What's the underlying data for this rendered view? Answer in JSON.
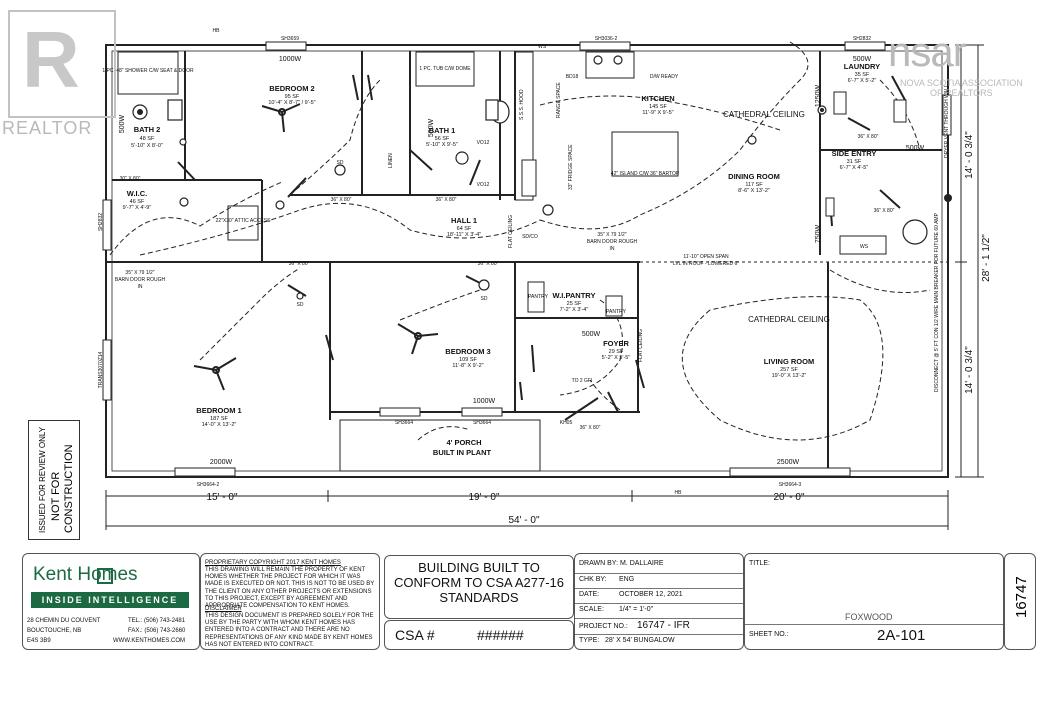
{
  "watermarks": {
    "left": "REALTOR",
    "right_logo": "nsar",
    "right_line1": "NOVA SCOTIA ASSOCIATION",
    "right_line2": "OF REALTORS"
  },
  "review_stamp": {
    "line1": "ISSUED FOR REVIEW ONLY",
    "line2": "NOT FOR",
    "line3": "CONSTRUCTION"
  },
  "rooms": {
    "bath2": {
      "name": "BATH 2",
      "area": "48 SF",
      "dims": "5'-10\" X 8'-0\""
    },
    "wic": {
      "name": "W.I.C.",
      "area": "46 SF",
      "dims": "9'-7\" X 4'-9\""
    },
    "bedroom2": {
      "name": "BEDROOM 2",
      "area": "95 SF",
      "dims": "10'-4\" X 8'-7\" / 9'-5\""
    },
    "bath1": {
      "name": "BATH 1",
      "area": "56 SF",
      "dims": "5'-10\" X 9'-5\""
    },
    "hall1": {
      "name": "HALL 1",
      "area": "64 SF",
      "dims": "18'-11\" X 3'-4\""
    },
    "kitchen": {
      "name": "KITCHEN",
      "area": "145 SF",
      "dims": "11'-9\" X 9'-5\""
    },
    "dining": {
      "name": "DINING ROOM",
      "area": "117 SF",
      "dims": "8'-6\" X 13'-2\""
    },
    "laundry": {
      "name": "LAUNDRY",
      "area": "35 SF",
      "dims": "6'-7\" X 5'-2\""
    },
    "side_entry": {
      "name": "SIDE ENTRY",
      "area": "31 SF",
      "dims": "6'-7\" X 4'-5\""
    },
    "wipantry": {
      "name": "W.I.PANTRY",
      "area": "25 SF",
      "dims": "7'-2\" X 3'-4\""
    },
    "foyer": {
      "name": "FOYER",
      "area": "29 SF",
      "dims": "5'-2\" X 5'-5\""
    },
    "bedroom3": {
      "name": "BEDROOM 3",
      "area": "109 SF",
      "dims": "11'-8\" X 9'-2\""
    },
    "bedroom1": {
      "name": "BEDROOM 1",
      "area": "187 SF",
      "dims": "14'-0\" X 13'-2\""
    },
    "living": {
      "name": "LIVING ROOM",
      "area": "257 SF",
      "dims": "19'-0\" X 13'-2\""
    },
    "porch": {
      "name": "4' PORCH",
      "sub": "BUILT IN PLANT"
    }
  },
  "labels": {
    "shower": "1 PC. 48\" SHOWER C/W SEAT & DOOR",
    "tub": "1 PC. TUB C/W DOME",
    "attic": "22\"X30\" ATTIC ACCESS",
    "island": "42\" ISLAND C/W 36\" BARTOP",
    "cathedral1": "CATHEDRAL CEILING",
    "cathedral2": "CATHEDRAL CEILING",
    "open_span1": "11'-10\" OPEN SPAN",
    "open_span2": "LVL IN ROOF - LOWERED 6\"",
    "barn1a": "35\" X 79 1/2\"",
    "barn1b": "BARN DOOR ROUGH",
    "barn1c": "IN",
    "barn2a": "35\" X 79 1/2\"",
    "barn2b": "BARN DOOR ROUGH",
    "barn2c": "IN",
    "door36": "36\" X 80\"",
    "door30": "30\" X 80\"",
    "pantry": "PANTRY",
    "linen": "LINEN",
    "hood": "S.S.S. HOOD",
    "range": "RANGE SPACE",
    "fridge": "33\" FRIDGE SPACE",
    "dw": "D/W READY",
    "bd18": "BD18",
    "flat_ceiling": "FLAT CEILING",
    "to2gfi": "TO 2 GFI",
    "kh05": "KH05",
    "hb": "HB",
    "sd": "SD",
    "sdco": "SD/CO",
    "vo12": "VO12",
    "ws": "WS",
    "dryer": "DRYER VENT THROUGH WALL",
    "disconnect": "DISCONNECT @ 5' FT CON 1/2 WIRE MAIN BREAKER FOR FUTURE 60 AMP"
  },
  "windows": {
    "w1": "1000W",
    "w2": "500W",
    "w3": "500W",
    "w4": "500W",
    "w5": "1250W",
    "w6": "500W",
    "w7": "750W",
    "w8": "500W",
    "w9": "1000W",
    "w10": "2000W",
    "w11": "2500W"
  },
  "sh_tags": {
    "a": "SH3659",
    "b": "SH3036-2",
    "c": "SH2832",
    "d": "SH2832",
    "e": "SH3664",
    "f": "SH3664",
    "g": "SH3664-2",
    "h": "SH3664-3",
    "i": "TRANS3070Z14"
  },
  "dimensions": {
    "seg1": "15' - 0\"",
    "seg2": "19' - 0\"",
    "seg3": "20' - 0\"",
    "total": "54' - 0\"",
    "right_total": "28' - 1 1/2\"",
    "right_upper": "14' - 0 3/4\"",
    "right_lower": "14' - 0 3/4\""
  },
  "title_block": {
    "brand": {
      "name": "Kent Homes",
      "tagline": "INSIDE INTELLIGENCE",
      "address1": "28 CHEMIN DU COUVENT",
      "address2": "BOUCTOUCHE, NB",
      "address3": "E4S 3B9",
      "tel": "TEL.: (506) 743-2481",
      "fax": "FAX.: (506) 743-2660",
      "web": "WWW.KENTHOMES.COM"
    },
    "copyright_title": "PROPRIETARY COPYRIGHT 2017 KENT HOMES",
    "copyright_text": "THIS DRAWING WILL REMAIN THE PROPERTY OF KENT HOMES WHETHER THE PROJECT FOR WHICH IT WAS MADE IS EXECUTED OR NOT. THIS IS NOT TO BE USED BY THE CLIENT ON ANY OTHER PROJECTS OR EXTENSIONS TO THIS PROJECT, EXCEPT BY AGREEMENT AND APPROPRIATE COMPENSATION TO KENT HOMES.",
    "disclaimer_title": "DISCLAIMER",
    "disclaimer_text": "THIS DESIGN DOCUMENT IS PREPARED SOLELY FOR THE USE BY THE PARTY WITH WHOM KENT HOMES HAS ENTERED INTO A CONTRACT AND THERE ARE NO REPRESENTATIONS OF ANY KIND MADE BY KENT HOMES HAS NOT ENTERED INTO CONTRACT.",
    "conform": "BUILDING BUILT TO CONFORM TO CSA A277-16 STANDARDS",
    "csa_label": "CSA #",
    "csa_value": "######",
    "drawn_by": "DRAWN BY: M. DALLAIRE",
    "chk_label": "CHK BY:",
    "chk_value": "ENG",
    "date_label": "DATE:",
    "date_value": "OCTOBER 12, 2021",
    "scale_label": "SCALE:",
    "scale_value": "1/4\" = 1'-0\"",
    "project_label": "PROJECT NO.:",
    "project_value": "16747 - IFR",
    "type_label": "TYPE:",
    "type_value": "28' X 54' BUNGALOW",
    "title_label": "TITLE:",
    "title_value": "FOXWOOD",
    "sheet_label": "SHEET NO.:",
    "sheet_value": "2A-101",
    "side_number": "16747"
  }
}
